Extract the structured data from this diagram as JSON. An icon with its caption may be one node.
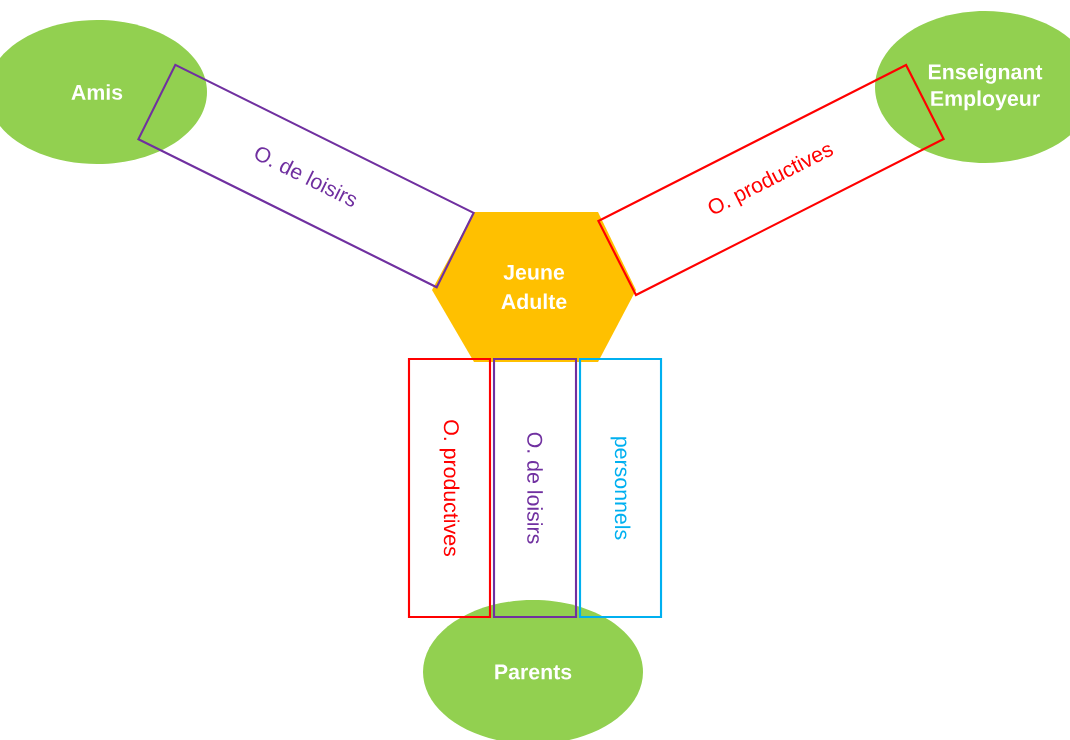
{
  "diagram": {
    "nodes": [
      {
        "text": [
          "Amis"
        ]
      },
      {
        "text": [
          "Enseignant Employeur"
        ]
      },
      {
        "text": [
          "O. de loisirs"
        ]
      },
      {
        "text": [
          "O. productives"
        ]
      },
      {
        "text": [
          "Jeune Adulte"
        ]
      },
      {
        "text": [
          "O. productives"
        ]
      },
      {
        "text": [
          "O. de loisirs"
        ]
      },
      {
        "text": [
          "personnels"
        ]
      },
      {
        "text": [
          "Parents"
        ]
      }
    ]
  }
}
